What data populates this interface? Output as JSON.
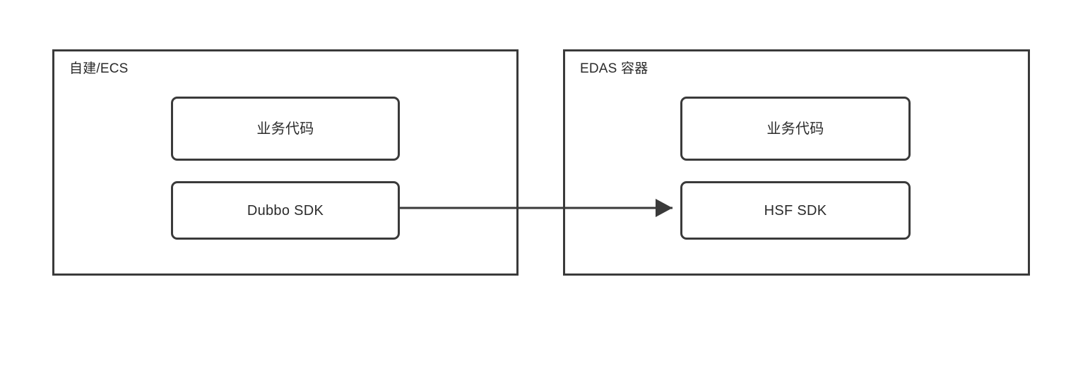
{
  "diagram": {
    "title": "Dubbo SDK to HSF SDK migration diagram",
    "background_color": "#ffffff",
    "stroke_color": "#3a3a3a",
    "text_color": "#2b2b2b"
  },
  "containers": [
    {
      "id": "self-built-ecs",
      "label": "自建/ECS",
      "nodes": [
        {
          "id": "left-app",
          "label": "业务代码"
        },
        {
          "id": "left-sdk",
          "label": "Dubbo SDK"
        }
      ]
    },
    {
      "id": "edas-container",
      "label": "EDAS 容器",
      "nodes": [
        {
          "id": "right-app",
          "label": "业务代码"
        },
        {
          "id": "right-sdk",
          "label": "HSF SDK"
        }
      ]
    }
  ],
  "connector": {
    "id": "dubbo-to-hsf",
    "label": "",
    "from": "left-sdk",
    "to": "right-sdk",
    "direction": "right",
    "style": "solid",
    "arrowhead": "filled-triangle",
    "color": "#3a3a3a"
  }
}
